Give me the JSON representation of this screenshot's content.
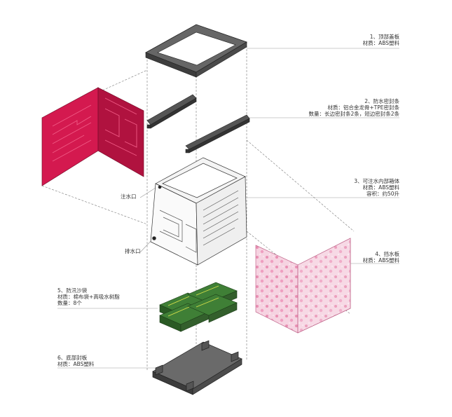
{
  "labels": {
    "top_cover": {
      "title": "1、顶部盖板",
      "material": "材质：ABS塑料"
    },
    "seal": {
      "title": "2、防水密封条",
      "material": "材质：铝合金龙骨+TPE密封条",
      "quantity": "数量：长边密封条2条，短边密封条2条"
    },
    "inner_box": {
      "title": "3、可注水内部箱体",
      "material": "材质：ABS塑料",
      "capacity": "容积：约50升"
    },
    "water_board": {
      "title": "4、挡水板",
      "material": "材质：ABS塑料"
    },
    "sandbag": {
      "title": "5、防汛沙袋",
      "material": "材质：棉布袋+高吸水树脂",
      "quantity": "数量：8个"
    },
    "bottom_plate": {
      "title": "6、底部封板",
      "material": "材质：ABS塑料"
    },
    "inlet": "注水口",
    "outlet": "排水口"
  },
  "colors": {
    "red_panel": "#d4194f",
    "pink_panel": "#f4c7d8",
    "dark_part": "#555555",
    "sandbag_green": "#2f6b2a"
  }
}
